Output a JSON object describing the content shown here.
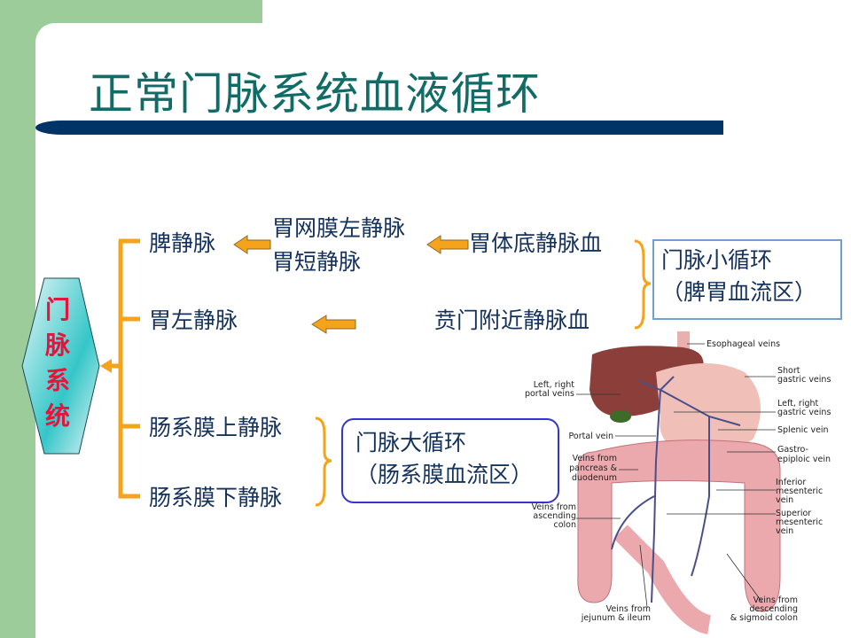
{
  "title": "正常门脉系统血液循环",
  "portal_system": "门脉系统",
  "tributaries": {
    "splenic": "脾静脉",
    "left_gastric": "胃左静脉",
    "superior_mesenteric": "肠系膜上静脉",
    "inferior_mesenteric": "肠系膜下静脉"
  },
  "sources": {
    "gastroepiploic_left": "胃网膜左静脉",
    "short_gastric": "胃短静脉",
    "gastric_fundus_blood": "胃体底静脉血",
    "cardia_blood": "贲门附近静脉血"
  },
  "small_circulation": {
    "line1": "门脉小循环",
    "line2": "（脾胃血流区）"
  },
  "large_circulation": {
    "line1": "门脉大循环",
    "line2": "（肠系膜血流区）"
  },
  "colors": {
    "green": "#9ccc9a",
    "title": "#116b66",
    "rule": "#003366",
    "arrow": "#f5a31a",
    "text": "#14325c",
    "hex_text": "#e8133a"
  },
  "anatomy_labels": {
    "esophageal": "Esophageal veins",
    "short_gastric_1": "Short",
    "short_gastric_2": "gastric veins",
    "lr_portal_1": "Left, right",
    "lr_portal_2": "portal veins",
    "lr_gastric_1": "Left, right",
    "lr_gastric_2": "gastric veins",
    "portal": "Portal vein",
    "splenic": "Splenic vein",
    "gastroepiploic_1": "Gastro-",
    "gastroepiploic_2": "epiploic vein",
    "pancreas_1": "Veins from",
    "pancreas_2": "pancreas &",
    "pancreas_3": "duodenum",
    "inf_mes_1": "Inferior",
    "inf_mes_2": "mesenteric",
    "inf_mes_3": "vein",
    "asc_colon_1": "Veins from",
    "asc_colon_2": "ascending",
    "asc_colon_3": "colon",
    "sup_mes_1": "Superior",
    "sup_mes_2": "mesenteric",
    "sup_mes_3": "vein",
    "jejunum_1": "Veins from",
    "jejunum_2": "jejunum & ileum",
    "desc_colon_1": "Veins from",
    "desc_colon_2": "descending",
    "desc_colon_3": "& sigmoid colon"
  }
}
